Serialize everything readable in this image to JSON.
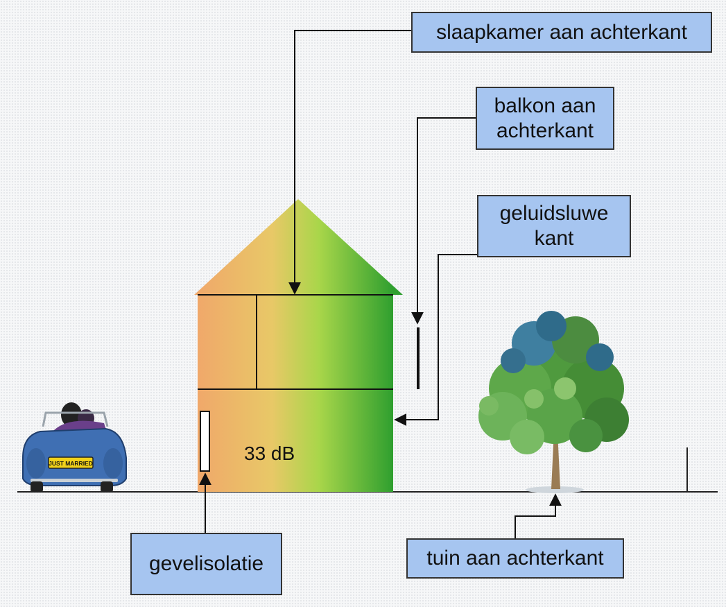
{
  "labels": {
    "bedroom": "slaapkamer aan achterkant",
    "balcony_line1": "balkon aan",
    "balcony_line2": "achterkant",
    "quiet_side_line1": "geluidsluwe",
    "quiet_side_line2": "kant",
    "facade": "gevelisolatie",
    "garden": "tuin aan achterkant"
  },
  "sound_level": "33 dB",
  "car_plate": "JUST MARRIED",
  "colors": {
    "callout_fill": "#a6c5f0",
    "house_noisy_side": "#f0a86a",
    "house_middle": "#c6dc52",
    "house_quiet_side": "#2fa02f",
    "car_body": "#3f6fb3",
    "plate_fill": "#f1d21a",
    "tree_canopy": "#4f9a3e",
    "tree_trunk": "#9a7c55"
  }
}
